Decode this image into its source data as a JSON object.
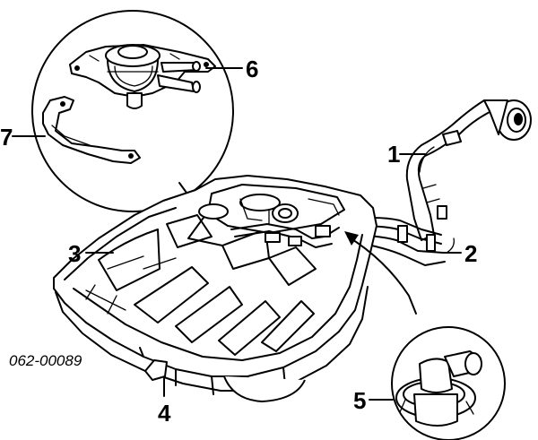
{
  "callouts": {
    "c1": "1",
    "c2": "2",
    "c3": "3",
    "c4": "4",
    "c5": "5",
    "c6": "6",
    "c7": "7"
  },
  "diagram_code": "062-00089",
  "colors": {
    "line": "#000000",
    "background": "#ffffff"
  }
}
